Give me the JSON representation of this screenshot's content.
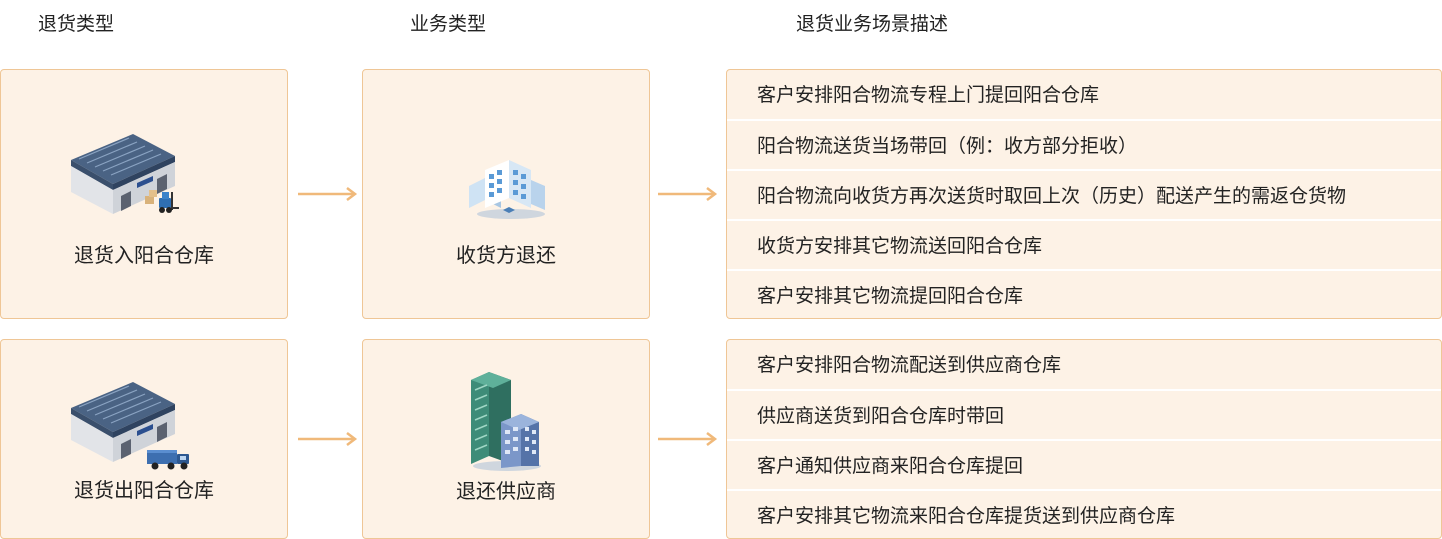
{
  "headers": {
    "return_type": "退货类型",
    "business_type": "业务类型",
    "scene_desc": "退货业务场景描述"
  },
  "rows": [
    {
      "return_type": "退货入阳合仓库",
      "business_type": "收货方退还",
      "scenes": [
        "客户安排阳合物流专程上门提回阳合仓库",
        "阳合物流送货当场带回（例：收方部分拒收）",
        "阳合物流向收货方再次送货时取回上次（历史）配送产生的需返仓货物",
        "收货方安排其它物流送回阳合仓库",
        "客户安排其它物流提回阳合仓库"
      ]
    },
    {
      "return_type": "退货出阳合仓库",
      "business_type": "退还供应商",
      "scenes": [
        "客户安排阳合物流配送到供应商仓库",
        "供应商送货到阳合仓库时带回",
        "客户通知供应商来阳合仓库提回",
        "客户安排其它物流来阳合仓库提货送到供应商仓库"
      ]
    }
  ],
  "colors": {
    "card_bg": "#fdf2e6",
    "card_border": "#efc696",
    "arrow": "#f0b97a"
  },
  "icons": {
    "warehouse_in": "warehouse-forklift-icon",
    "warehouse_out": "warehouse-truck-icon",
    "consignee": "office-building-icon",
    "supplier": "skyscraper-icon"
  }
}
